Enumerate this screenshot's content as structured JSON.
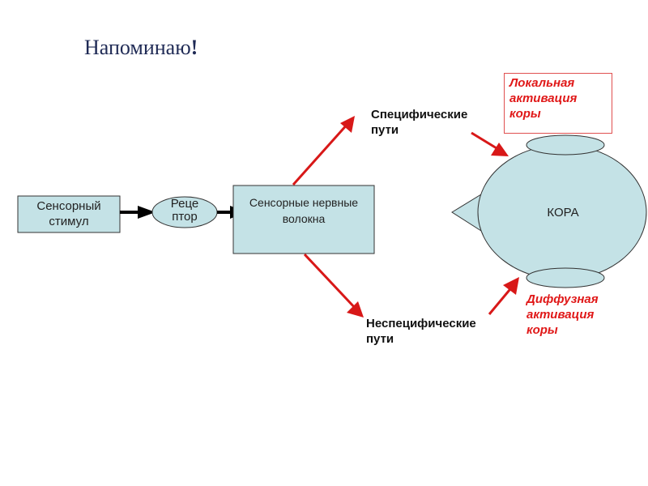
{
  "title": "Напоминаю",
  "title_mark": "!",
  "nodes": {
    "stimulus": "Сенсорный стимул",
    "receptor_line1": "Реце",
    "receptor_line2": "птор",
    "fibers": "Сенсорные нервные волокна",
    "cortex": "КОРА"
  },
  "paths": {
    "specific_line1": "Специфические",
    "specific_line2": "пути",
    "nonspecific_line1": "Неспецифические",
    "nonspecific_line2": "пути"
  },
  "activation": {
    "local_line1": "Локальная",
    "local_line2": "активация",
    "local_line3": "коры",
    "diffuse_line1": "Диффузная",
    "diffuse_line2": "активация",
    "diffuse_line3": "коры"
  },
  "colors": {
    "box_fill": "#c4e2e6",
    "arrow_red": "#d81818",
    "text_red": "#e01818"
  }
}
